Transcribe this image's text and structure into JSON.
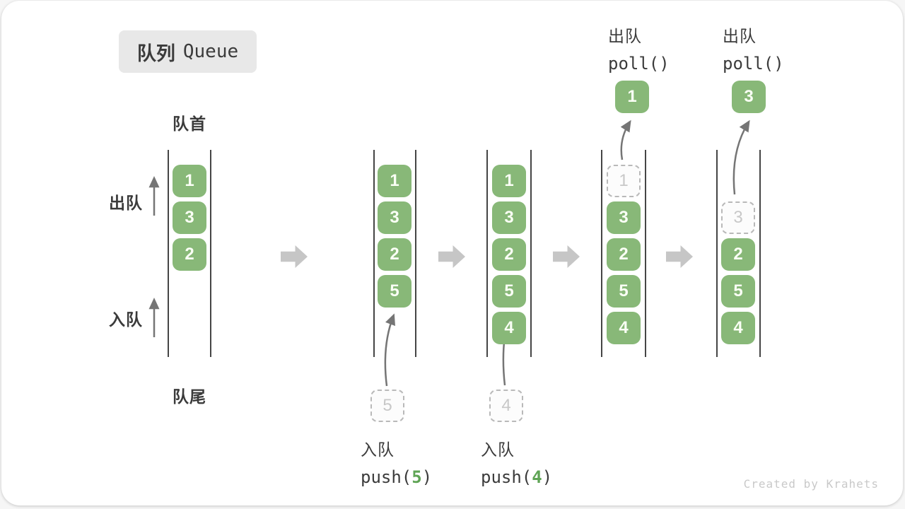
{
  "title": {
    "zh": "队列",
    "en": "Queue"
  },
  "side_labels": {
    "front": "队首",
    "rear": "队尾",
    "dequeue": "出队",
    "enqueue": "入队"
  },
  "ops": {
    "push5": {
      "label": "入队",
      "fn": "push(",
      "arg": "5",
      "end": ")"
    },
    "push4": {
      "label": "入队",
      "fn": "push(",
      "arg": "4",
      "end": ")"
    },
    "poll1": {
      "label": "出队",
      "code": "poll()"
    },
    "poll2": {
      "label": "出队",
      "code": "poll()"
    }
  },
  "states": [
    {
      "items": [
        "1",
        "3",
        "2"
      ]
    },
    {
      "items": [
        "1",
        "3",
        "2",
        "5"
      ],
      "staged": "5"
    },
    {
      "items": [
        "1",
        "3",
        "2",
        "5",
        "4"
      ],
      "staged": "4"
    },
    {
      "items": [
        "3",
        "2",
        "5",
        "4"
      ],
      "removed": "1",
      "polled": "1"
    },
    {
      "items": [
        "2",
        "5",
        "4"
      ],
      "removed": "3",
      "polled": "3"
    }
  ],
  "watermark": "Created by Krahets",
  "colors": {
    "box_green": "#88B878",
    "code_arg_green": "#5FA455",
    "flow_arrow_gray": "#C6C6C6",
    "thin_arrow_gray": "#757575",
    "text_dark": "#3B3B3B"
  }
}
